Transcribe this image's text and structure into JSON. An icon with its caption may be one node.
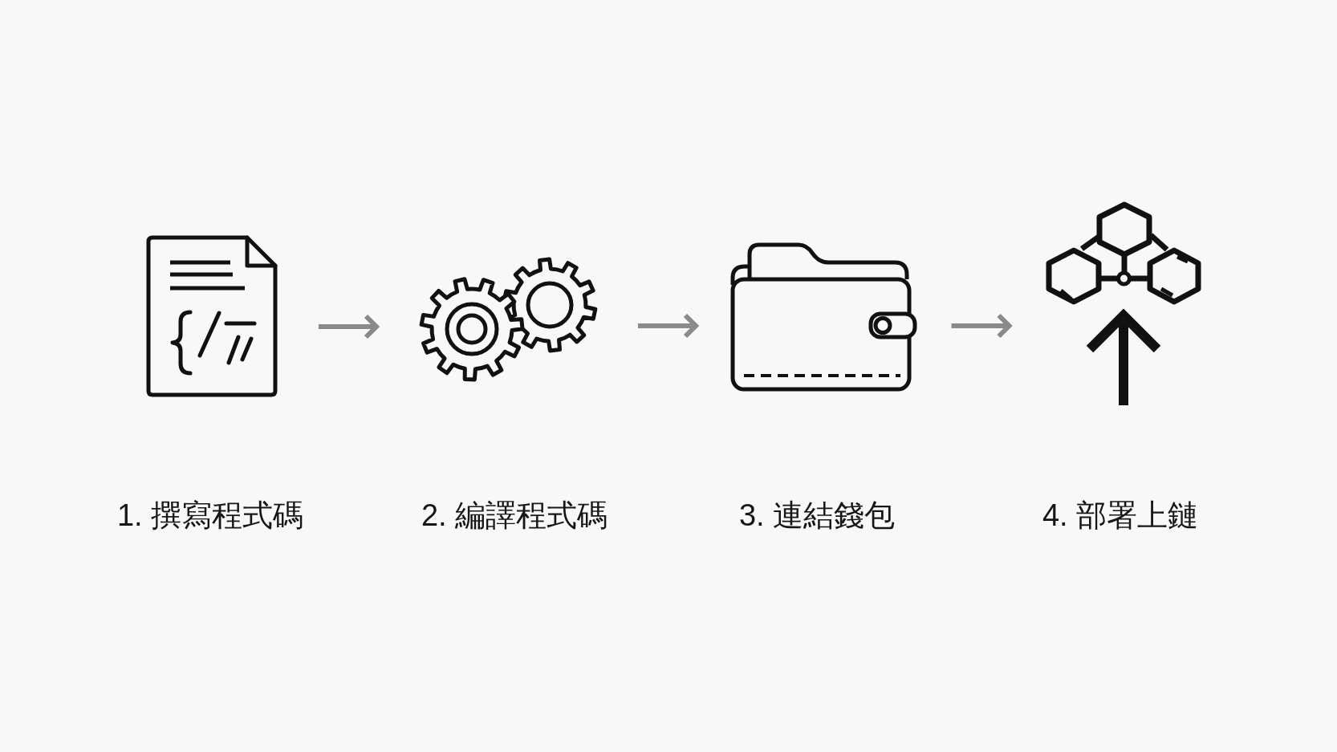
{
  "diagram": {
    "nodes": [
      {
        "text": [],
        "shape": "picture",
        "beside": [
          "1. 撰寫程式碼"
        ]
      },
      {
        "text": [],
        "shape": "picture",
        "beside": [
          "2. 編譯程式碼"
        ]
      },
      {
        "text": [],
        "shape": "picture",
        "beside": [
          "3. 連結錢包"
        ]
      },
      {
        "text": [],
        "shape": "picture",
        "beside": [
          "4. 部署上鏈"
        ]
      }
    ],
    "edges": [
      {
        "from": 0,
        "to": 1,
        "arrow": "to"
      },
      {
        "from": 1,
        "to": 2,
        "arrow": "to"
      },
      {
        "from": 2,
        "to": 3,
        "arrow": "to"
      }
    ]
  }
}
